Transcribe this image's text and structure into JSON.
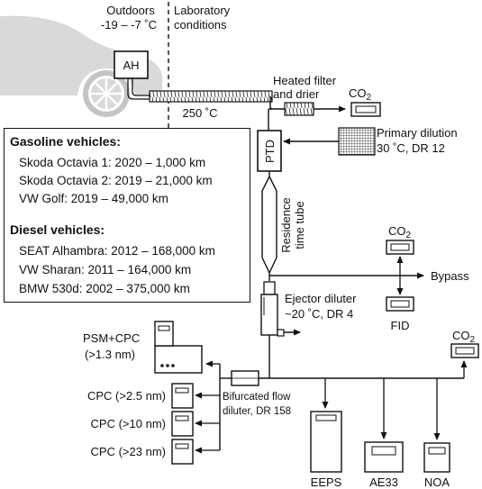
{
  "zones": {
    "outdoors_title": "Outdoors",
    "outdoors_range": "-19 – -7 ˚C",
    "lab_line1": "Laboratory",
    "lab_line2": "conditions"
  },
  "ah_label": "AH",
  "line_temp": "250 ˚C",
  "heated_filter": {
    "line1": "Heated filter",
    "line2": "and drier"
  },
  "co2_label": "CO",
  "co2_sub": "2",
  "ptd_label": "PTD",
  "primary_dilution": {
    "line1": "Primary dilution",
    "line2": "30 ˚C, DR 12"
  },
  "residence": {
    "line1": "Residence",
    "line2": "time tube"
  },
  "bypass_label": "Bypass",
  "fid_label": "FID",
  "ejector": {
    "line1": "Ejector diluter",
    "line2": "~20 ˚C, DR 4"
  },
  "psm_cpc": {
    "line1": "PSM+CPC",
    "line2": "(>1.3 nm)"
  },
  "cpc_labels": [
    "CPC (>2.5 nm)",
    "CPC (>10 nm)",
    "CPC (>23 nm)"
  ],
  "bifurcated": {
    "line1": "Bifurcated flow",
    "line2": "diluter, DR 158"
  },
  "instruments": {
    "eeps": "EEPS",
    "ae33": "AE33",
    "noa": "NOA"
  },
  "vehicles": {
    "gasoline_heading": "Gasoline vehicles:",
    "gasoline": [
      "Skoda Octavia 1: 2020 – 1,000 km",
      "Skoda Octavia 2: 2019 – 21,000 km",
      "VW Golf: 2019 – 49,000 km"
    ],
    "diesel_heading": "Diesel vehicles:",
    "diesel": [
      "SEAT Alhambra: 2012 – 168,000 km",
      "VW Sharan: 2011 – 164,000 km",
      "BMW 530d: 2002 – 375,000 km"
    ]
  }
}
